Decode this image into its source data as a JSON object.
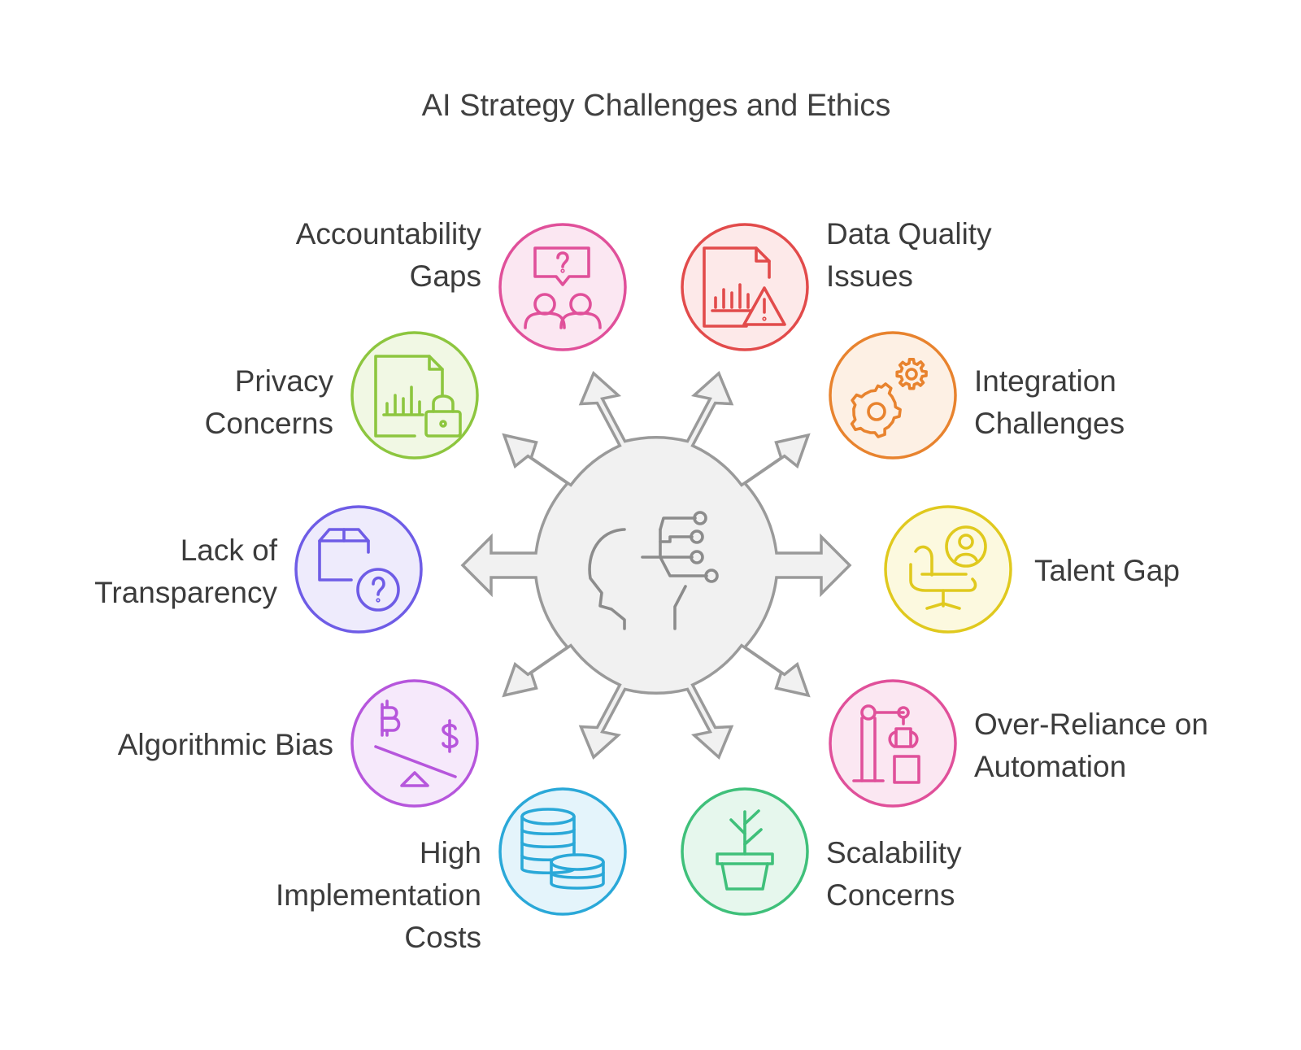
{
  "title": "AI Strategy Challenges and Ethics",
  "center": {
    "icon": "ai-head-circuit-icon"
  },
  "items": [
    {
      "id": "accountability",
      "lines": [
        "Accountability",
        "Gaps"
      ],
      "icon": "question-chat-people-icon",
      "color": "#e0509a",
      "fill": "#fbe7f2"
    },
    {
      "id": "data-quality",
      "lines": [
        "Data Quality",
        "Issues"
      ],
      "icon": "document-chart-warning-icon",
      "color": "#e24b4b",
      "fill": "#fde9e9"
    },
    {
      "id": "privacy",
      "lines": [
        "Privacy",
        "Concerns"
      ],
      "icon": "document-chart-lock-icon",
      "color": "#8dc63f",
      "fill": "#f1f8e4"
    },
    {
      "id": "integration",
      "lines": [
        "Integration",
        "Challenges"
      ],
      "icon": "gears-icon",
      "color": "#e8832e",
      "fill": "#fdf0e4"
    },
    {
      "id": "transparency",
      "lines": [
        "Lack of",
        "Transparency"
      ],
      "icon": "box-question-icon",
      "color": "#6e5ce6",
      "fill": "#eeebfc"
    },
    {
      "id": "talent",
      "lines": [
        "Talent Gap"
      ],
      "icon": "empty-chair-user-icon",
      "color": "#e0c91e",
      "fill": "#fcf9df"
    },
    {
      "id": "bias",
      "lines": [
        "Algorithmic Bias"
      ],
      "icon": "bitcoin-dollar-scale-icon",
      "color": "#b656dc",
      "fill": "#f6e9fb"
    },
    {
      "id": "automation",
      "lines": [
        "Over-Reliance on",
        "Automation"
      ],
      "icon": "robot-arm-icon",
      "color": "#e0509a",
      "fill": "#fbe7f2"
    },
    {
      "id": "costs",
      "lines": [
        "High",
        "Implementation",
        "Costs"
      ],
      "icon": "coin-stacks-icon",
      "color": "#2aa8d8",
      "fill": "#e4f4fb"
    },
    {
      "id": "scalability",
      "lines": [
        "Scalability",
        "Concerns"
      ],
      "icon": "potted-plant-icon",
      "color": "#3fc07a",
      "fill": "#e6f7ed"
    }
  ]
}
